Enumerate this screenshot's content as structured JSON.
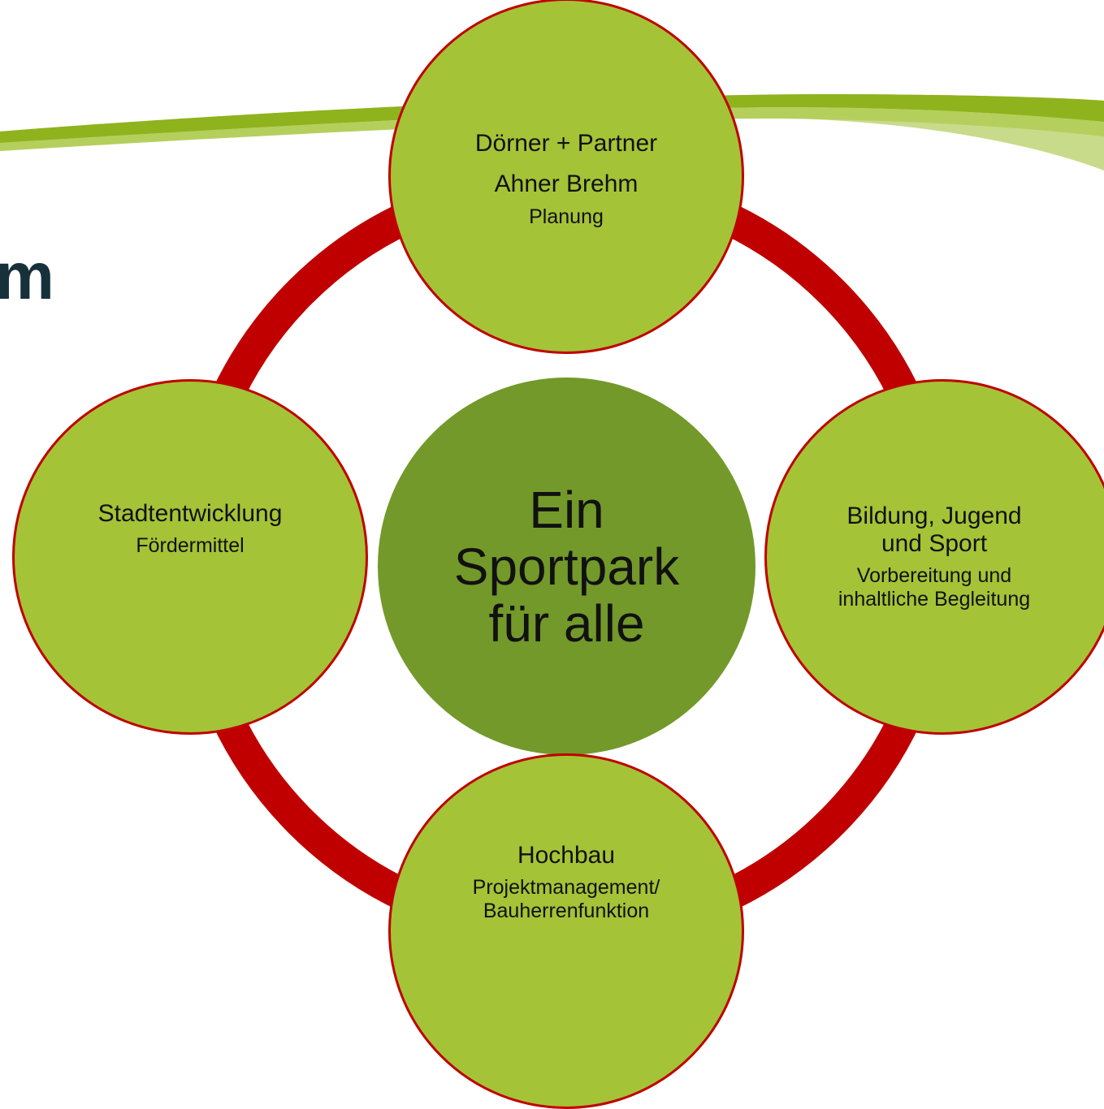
{
  "heading_fragment": "m",
  "center": {
    "text": "Ein\nSportpark\nfür alle"
  },
  "nodes": {
    "top": {
      "title": "Dörner + Partner\nAhner  Brehm",
      "subtitle": "Planung"
    },
    "right": {
      "title": "Bildung, Jugend\nund Sport",
      "subtitle": "Vorbereitung und\ninhaltliche Begleitung"
    },
    "bottom": {
      "title": "Hochbau",
      "subtitle": "Projektmanagement/\nBauherrenfunktion"
    },
    "left": {
      "title": "Stadtentwicklung",
      "subtitle": "Fördermittel"
    }
  },
  "colors": {
    "ring": "#c00000",
    "node_fill": "#a4c337",
    "center_fill": "#73992a",
    "heading": "#17313b",
    "swoosh": "#8fb31d"
  }
}
